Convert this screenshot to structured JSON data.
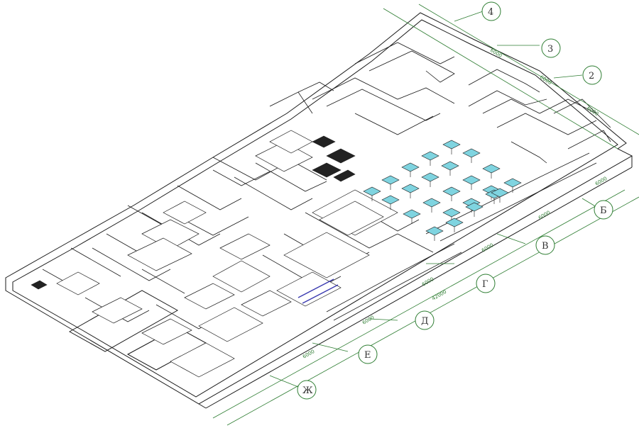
{
  "grid_axes": {
    "numbers": [
      "4",
      "3",
      "2"
    ],
    "letters": [
      "Б",
      "В",
      "Г",
      "Д",
      "Е",
      "Ж"
    ]
  },
  "dimensions": {
    "upper": [
      "6000",
      "6000",
      "6000"
    ],
    "lower": [
      "6000",
      "6000",
      "6000",
      "6000",
      "6000",
      "6000"
    ],
    "overall": "42000"
  },
  "colors": {
    "lines": "#1a1a1a",
    "dimension_lines": "#2e7d32",
    "dining_tables": "#7fd4e0",
    "dark_equipment": "#222222",
    "accent_equipment": "#3a3ab0"
  }
}
